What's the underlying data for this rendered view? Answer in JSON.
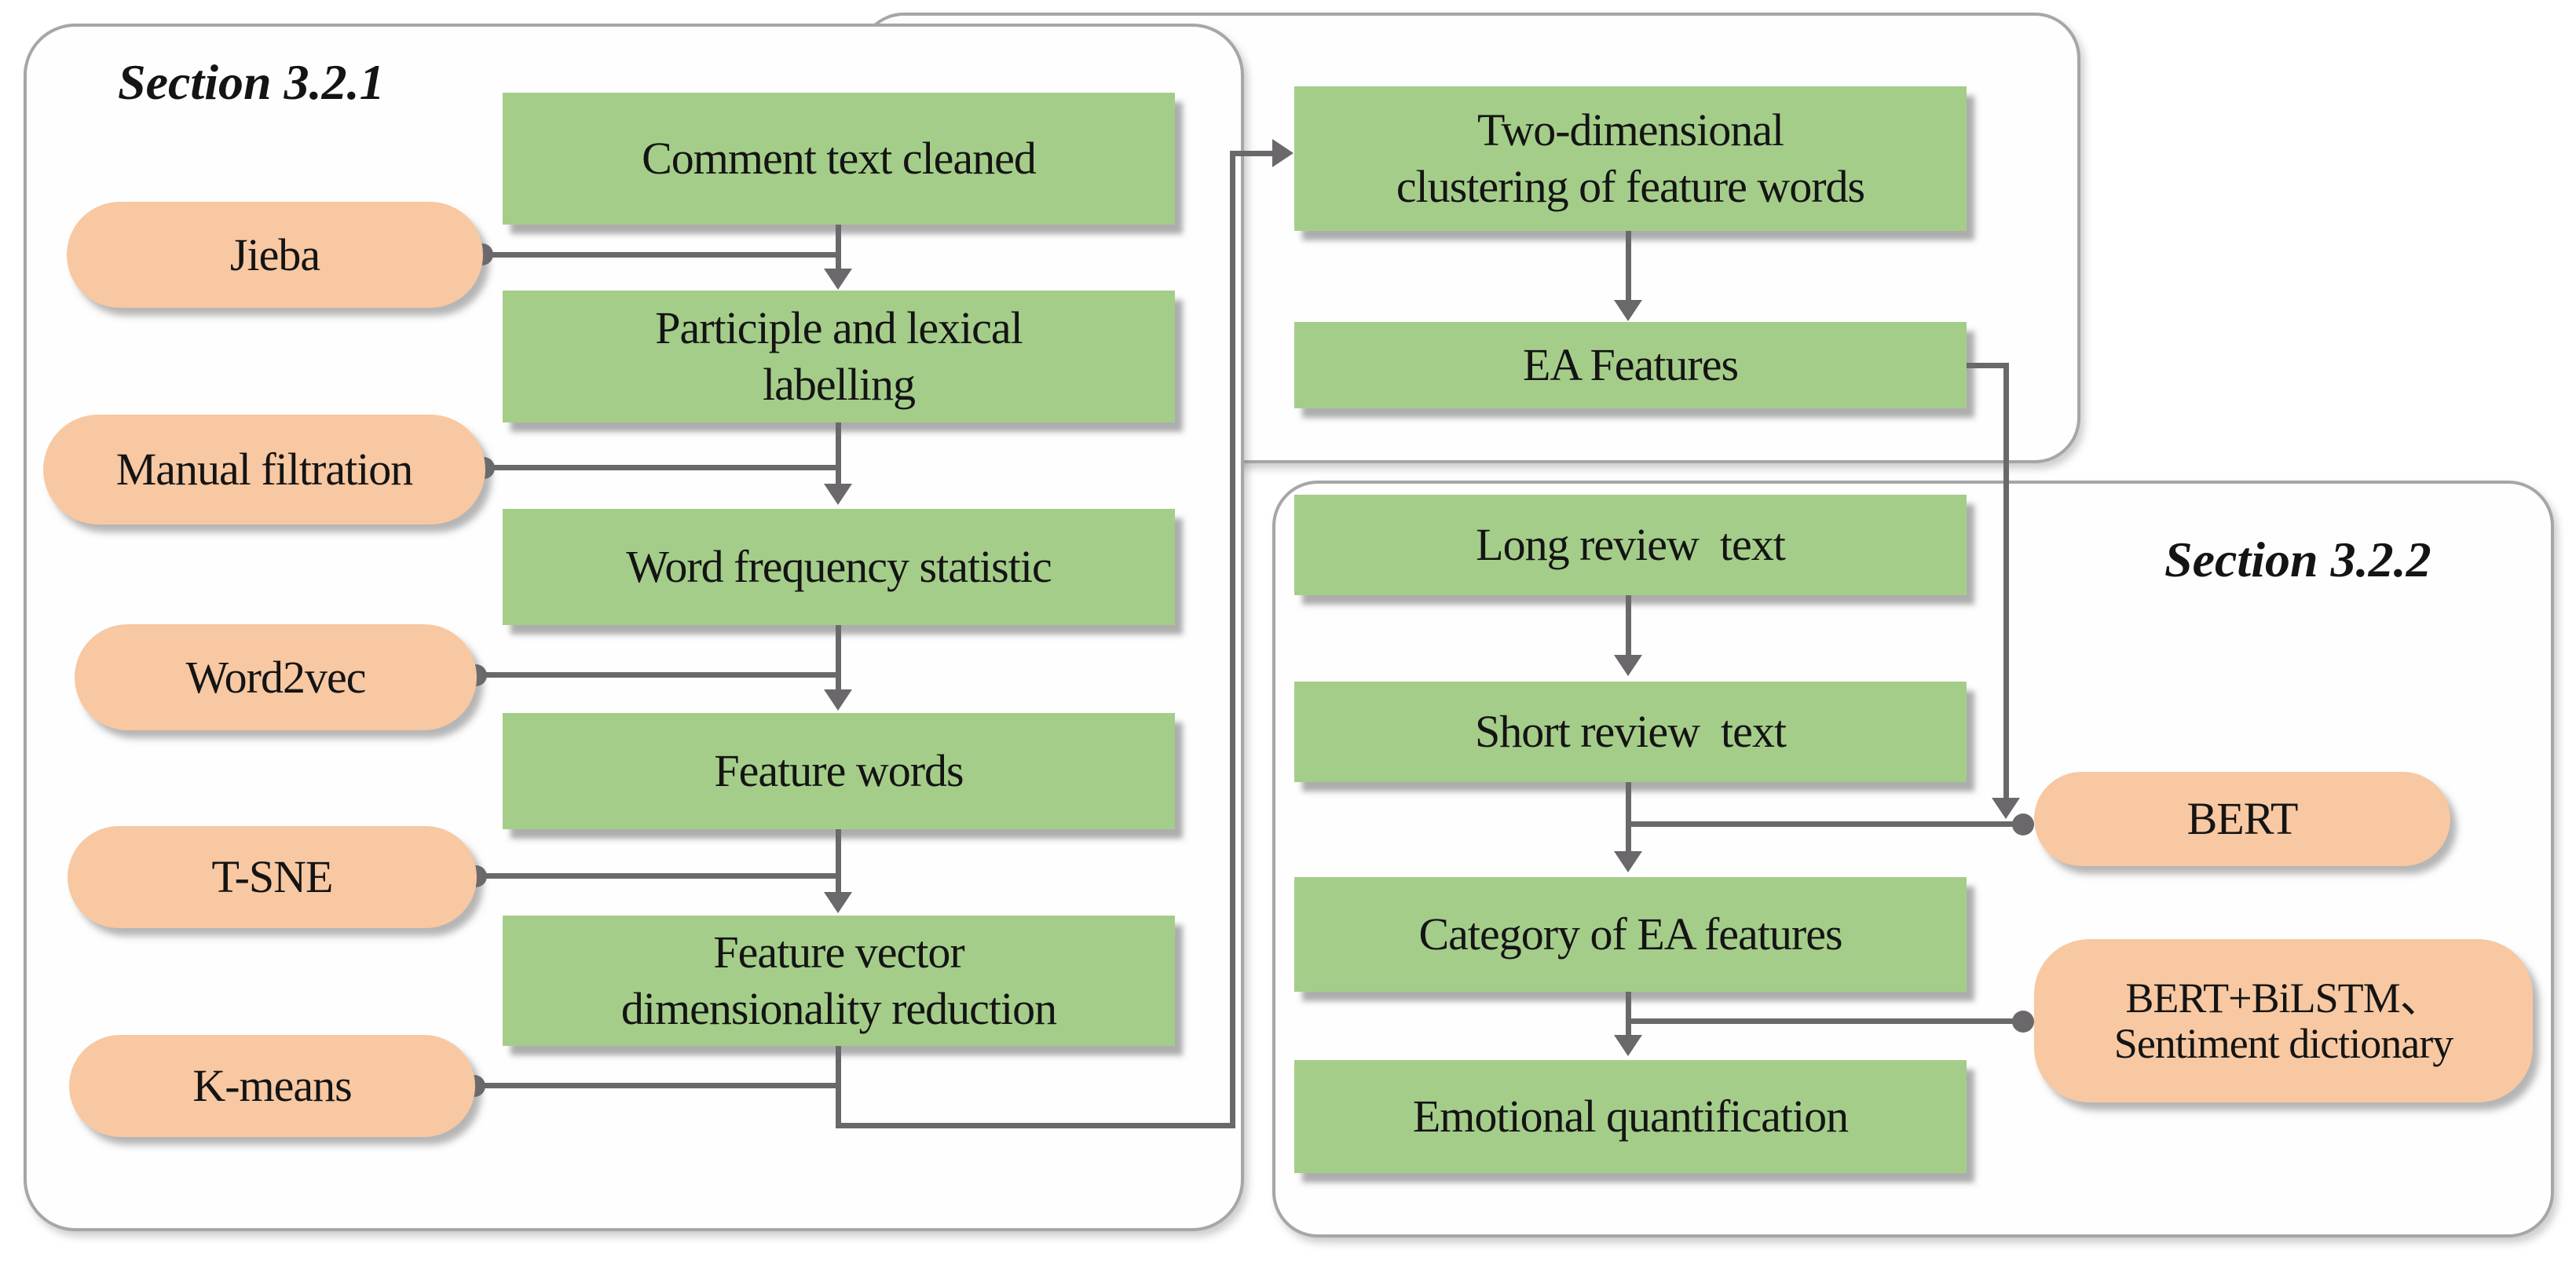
{
  "figure": {
    "sections": {
      "s321": {
        "title": "Section 3.2.1"
      },
      "s322": {
        "title": "Section 3.2.2"
      }
    },
    "boxes": {
      "comment_text_cleaned": "Comment text cleaned",
      "participle_lexical_labelling": "Participle and lexical\nlabelling",
      "word_frequency_statistic": "Word frequency statistic",
      "feature_words": "Feature words",
      "feature_vector_dimensionality_reduction": "Feature vector\ndimensionality reduction",
      "two_dimensional_clustering": "Two-dimensional\nclustering of feature words",
      "ea_features": "EA Features",
      "long_review_text": "Long review  text",
      "short_review_text": "Short review  text",
      "category_of_ea_features": "Category of EA features",
      "emotional_quantification": "Emotional quantification"
    },
    "pills": {
      "jieba": "Jieba",
      "manual_filtration": "Manual filtration",
      "word2vec": "Word2vec",
      "tsne": "T-SNE",
      "kmeans": "K-means",
      "bert": "BERT",
      "bert_bilstm_sentiment": "BERT+BiLSTM、\nSentiment dictionary"
    },
    "colors": {
      "box_fill": "#a5cd8a",
      "pill_fill": "#f7c8a2",
      "connector": "#6b686c",
      "container_border": "#a8a5a8"
    }
  }
}
